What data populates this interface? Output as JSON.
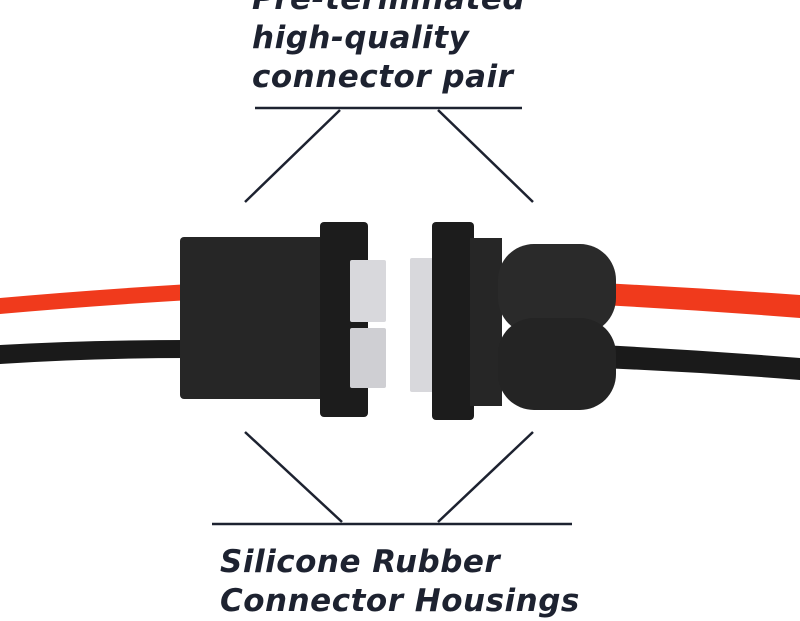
{
  "top_caption": {
    "line1": "Pre-terminated",
    "line2": "high-quality",
    "line3": "connector pair"
  },
  "bottom_caption": {
    "line1": "Silicone Rubber",
    "line2": "Connector Housings"
  },
  "colors": {
    "text": "#1d2230",
    "red_wire": "#f03a1c",
    "black_wire": "#1a1a1a",
    "housing": "#222222",
    "contact": "#d8d8dc"
  }
}
